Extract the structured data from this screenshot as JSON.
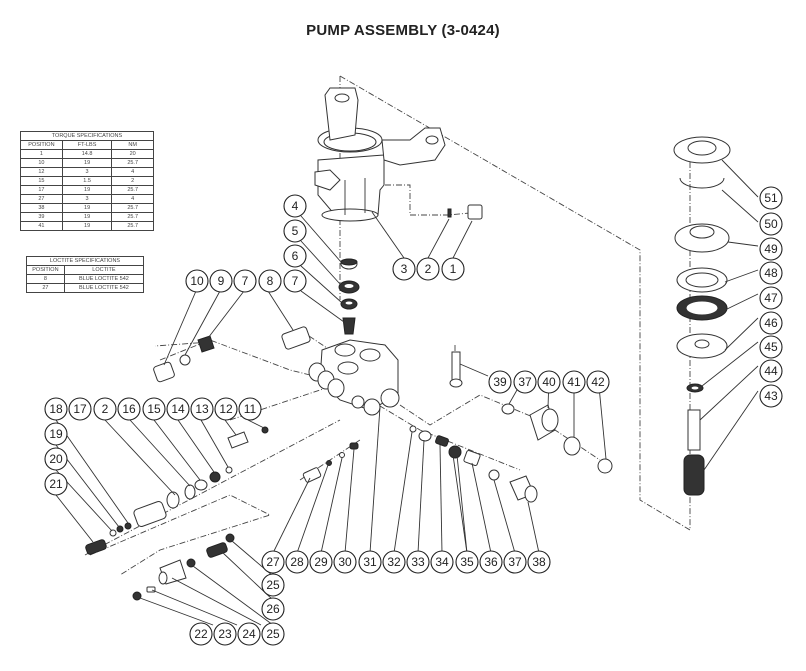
{
  "title": "PUMP ASSEMBLY (3-0424)",
  "torque_table": {
    "heading": "TORQUE SPECIFICATIONS",
    "columns": [
      "POSITION",
      "FT-LBS",
      "NM"
    ],
    "rows": [
      [
        "1",
        "14.8",
        "20"
      ],
      [
        "10",
        "19",
        "25.7"
      ],
      [
        "12",
        "3",
        "4"
      ],
      [
        "15",
        "1.5",
        "2"
      ],
      [
        "17",
        "19",
        "25.7"
      ],
      [
        "27",
        "3",
        "4"
      ],
      [
        "38",
        "19",
        "25.7"
      ],
      [
        "39",
        "19",
        "25.7"
      ],
      [
        "41",
        "19",
        "25.7"
      ]
    ]
  },
  "loctite_table": {
    "heading": "LOCTITE SPECIFICATIONS",
    "columns": [
      "POSITION",
      "LOCTITE"
    ],
    "rows": [
      [
        "8",
        "BLUE LOCTITE 542"
      ],
      [
        "27",
        "BLUE LOCTITE 542"
      ]
    ]
  },
  "callouts": [
    {
      "label": "1"
    },
    {
      "label": "2"
    },
    {
      "label": "3"
    },
    {
      "label": "4"
    },
    {
      "label": "5"
    },
    {
      "label": "6"
    },
    {
      "label": "7"
    },
    {
      "label": "8"
    },
    {
      "label": "7"
    },
    {
      "label": "9"
    },
    {
      "label": "10"
    },
    {
      "label": "11"
    },
    {
      "label": "12"
    },
    {
      "label": "13"
    },
    {
      "label": "14"
    },
    {
      "label": "15"
    },
    {
      "label": "16"
    },
    {
      "label": "2"
    },
    {
      "label": "17"
    },
    {
      "label": "18"
    },
    {
      "label": "19"
    },
    {
      "label": "20"
    },
    {
      "label": "21"
    },
    {
      "label": "22"
    },
    {
      "label": "23"
    },
    {
      "label": "24"
    },
    {
      "label": "25"
    },
    {
      "label": "26"
    },
    {
      "label": "25"
    },
    {
      "label": "27"
    },
    {
      "label": "28"
    },
    {
      "label": "29"
    },
    {
      "label": "30"
    },
    {
      "label": "31"
    },
    {
      "label": "32"
    },
    {
      "label": "33"
    },
    {
      "label": "34"
    },
    {
      "label": "35"
    },
    {
      "label": "36"
    },
    {
      "label": "37"
    },
    {
      "label": "38"
    },
    {
      "label": "39"
    },
    {
      "label": "37"
    },
    {
      "label": "40"
    },
    {
      "label": "41"
    },
    {
      "label": "42"
    },
    {
      "label": "43"
    },
    {
      "label": "44"
    },
    {
      "label": "45"
    },
    {
      "label": "46"
    },
    {
      "label": "47"
    },
    {
      "label": "48"
    },
    {
      "label": "49"
    },
    {
      "label": "50"
    },
    {
      "label": "51"
    }
  ]
}
